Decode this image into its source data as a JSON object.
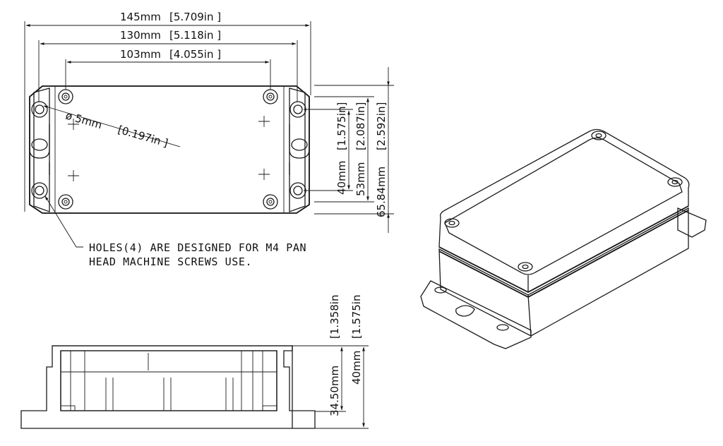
{
  "top_view": {
    "dims": {
      "overall_width": {
        "mm": "145mm",
        "in": "[5.709in ]"
      },
      "mount_spacing": {
        "mm": "130mm",
        "in": "[5.118in ]"
      },
      "screw_spacing": {
        "mm": "103mm",
        "in": "[4.055in ]"
      },
      "hole_dia": {
        "mm": "ø 5mm",
        "in": "[0.197in ]"
      },
      "v_40": {
        "mm": "40mm",
        "in": "[1.575in]"
      },
      "v_53": {
        "mm": "53mm",
        "in": "[2.087in]"
      },
      "v_65": {
        "mm": "65.84mm",
        "in": "[2.592in]"
      }
    },
    "note_line1": "HOLES(4) ARE DESIGNED FOR M4 PAN",
    "note_line2": "HEAD MACHINE SCREWS USE."
  },
  "side_view": {
    "dims": {
      "h_3450": {
        "mm": "34.50mm",
        "in": "[1.358in"
      },
      "h_40": {
        "mm": "40mm",
        "in": "[1.575in"
      }
    }
  }
}
